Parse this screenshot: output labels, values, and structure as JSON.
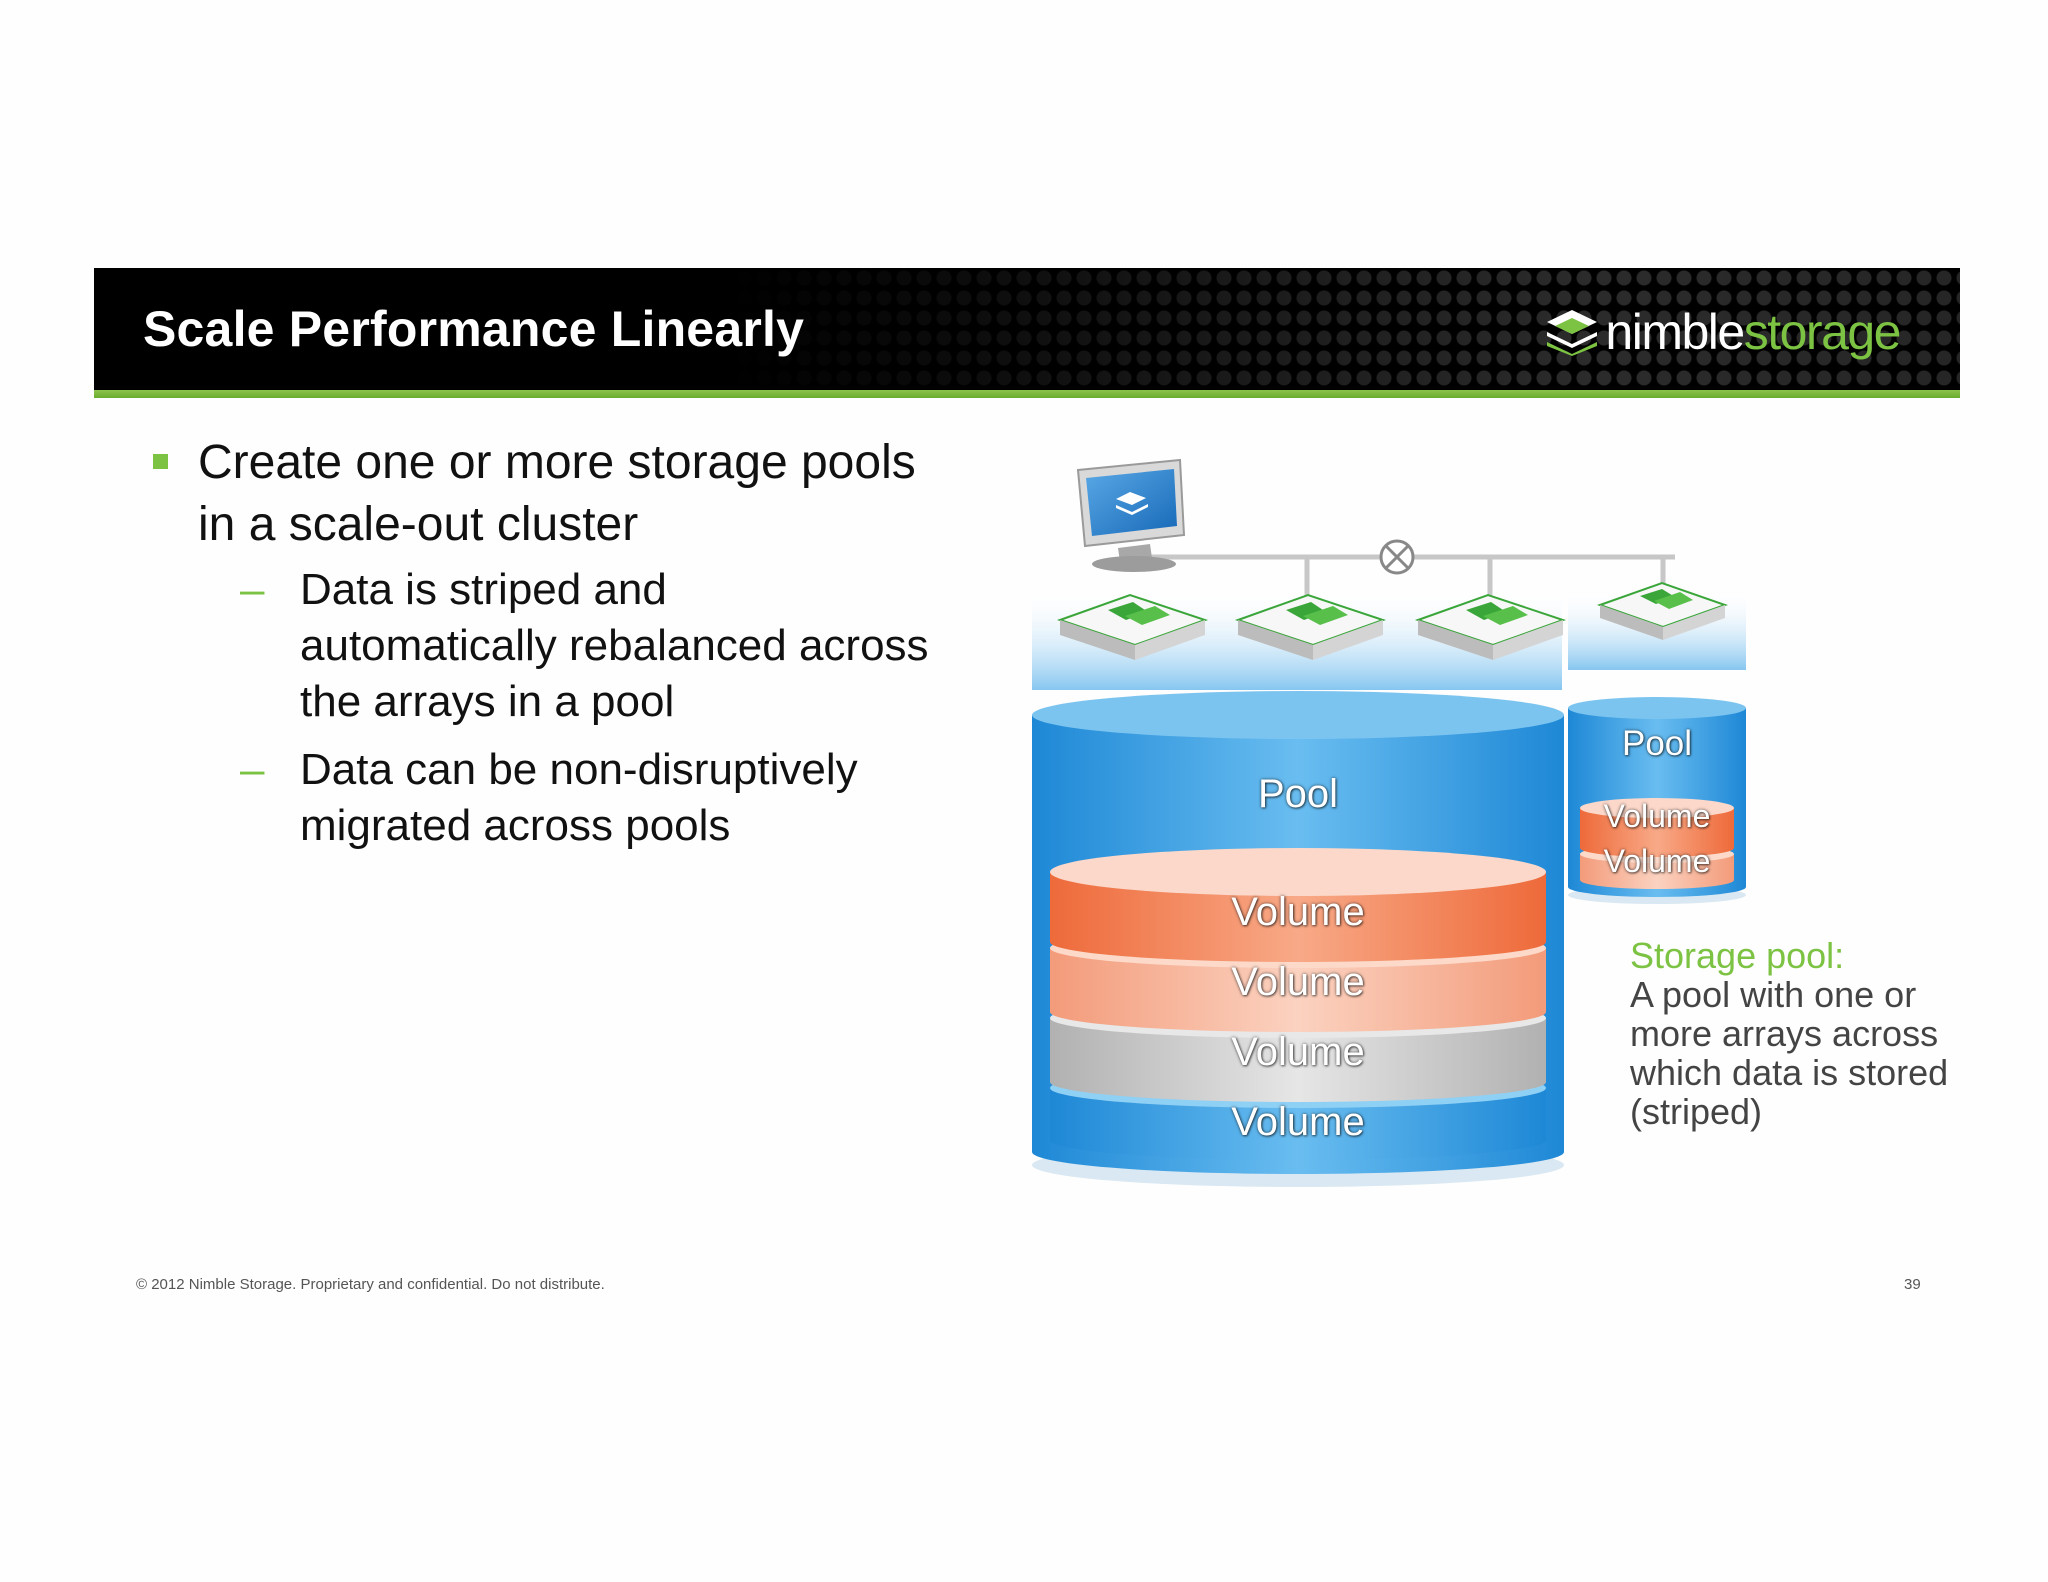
{
  "header": {
    "title": "Scale Performance Linearly",
    "logo": {
      "word_main": "nimble",
      "word_accent": "storage",
      "accent_color": "#7cc243"
    }
  },
  "bullets": {
    "main": "Create one or more storage pools in a scale-out cluster",
    "sub": [
      "Data is striped and automatically rebalanced across the arrays in a pool",
      "Data can be non-disruptively migrated across pools"
    ]
  },
  "diagram": {
    "large_pool": {
      "label": "Pool",
      "volumes": [
        "Volume",
        "Volume",
        "Volume",
        "Volume"
      ]
    },
    "small_pool": {
      "label": "Pool",
      "volumes": [
        "Volume",
        "Volume"
      ]
    },
    "colors": {
      "pool_blue": "#2f9be0",
      "volume_orange": "#f47a4e",
      "volume_salmon": "#f4a78a",
      "volume_gray": "#c6c6c6",
      "array_green": "#3aa63a"
    },
    "icons": [
      "monitor-icon",
      "array-icon",
      "switch-icon"
    ]
  },
  "caption": {
    "heading": "Storage pool:",
    "body": "A pool with one or more arrays across which data is stored (striped)"
  },
  "footer": {
    "copyright": "© 2012 Nimble Storage. Proprietary and confidential. Do not distribute.",
    "page_number": "39"
  }
}
